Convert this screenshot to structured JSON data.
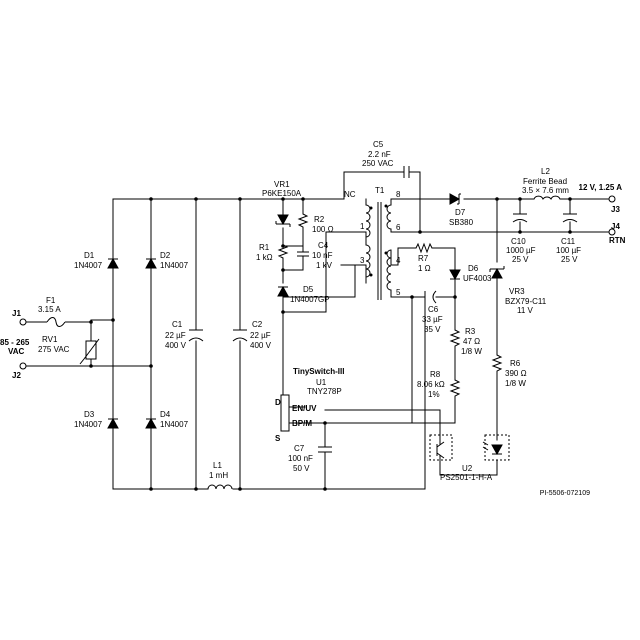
{
  "labels": {
    "input": {
      "j1": "J1",
      "j2": "J2",
      "vac1": "85 - 265",
      "vac2": "VAC"
    },
    "f1": {
      "ref": "F1",
      "val": "3.15 A"
    },
    "rv1": {
      "ref": "RV1",
      "val": "275 VAC"
    },
    "d1": {
      "ref": "D1",
      "val": "1N4007"
    },
    "d2": {
      "ref": "D2",
      "val": "1N4007"
    },
    "d3": {
      "ref": "D3",
      "val": "1N4007"
    },
    "d4": {
      "ref": "D4",
      "val": "1N4007"
    },
    "c1": {
      "ref": "C1",
      "val1": "22 µF",
      "val2": "400 V"
    },
    "c2": {
      "ref": "C2",
      "val1": "22 µF",
      "val2": "400 V"
    },
    "l1": {
      "ref": "L1",
      "val": "1 mH"
    },
    "vr1": {
      "ref": "VR1",
      "val": "P6KE150A"
    },
    "r1": {
      "ref": "R1",
      "val": "1 kΩ"
    },
    "r2": {
      "ref": "R2",
      "val": "100 Ω"
    },
    "c4": {
      "ref": "C4",
      "val1": "10 nF",
      "val2": "1 kV"
    },
    "d5": {
      "ref": "D5",
      "val": "1N4007GP"
    },
    "c5": {
      "ref": "C5",
      "val1": "2.2 nF",
      "val2": "250 VAC"
    },
    "t1": {
      "ref": "T1",
      "nc": "NC",
      "p1": "1",
      "p3": "3",
      "p4": "4",
      "p5": "5",
      "p6": "6",
      "p8": "8"
    },
    "d7": {
      "ref": "D7",
      "val": "SB380"
    },
    "r7": {
      "ref": "R7",
      "val": "1 Ω"
    },
    "d6": {
      "ref": "D6",
      "val": "UF4003"
    },
    "c6": {
      "ref": "C6",
      "val1": "33 µF",
      "val2": "35 V"
    },
    "r3": {
      "ref": "R3",
      "val1": "47 Ω",
      "val2": "1/8 W"
    },
    "r8": {
      "ref": "R8",
      "val1": "8.06 kΩ",
      "val2": "1%"
    },
    "l2": {
      "ref": "L2",
      "val1": "Ferrite Bead",
      "val2": "3.5 × 7.6 mm"
    },
    "c10": {
      "ref": "C10",
      "val1": "1000 µF",
      "val2": "25 V"
    },
    "c11": {
      "ref": "C11",
      "val1": "100 µF",
      "val2": "25 V"
    },
    "output": {
      "v": "12 V, 1.25 A",
      "j3": "J3",
      "j4": "J4",
      "rtn": "RTN"
    },
    "vr3": {
      "ref": "VR3",
      "val1": "BZX79-C11",
      "val2": "11 V"
    },
    "r6": {
      "ref": "R6",
      "val1": "390 Ω",
      "val2": "1/8 W"
    },
    "u1": {
      "family": "TinySwitch-III",
      "ref": "U1",
      "part": "TNY278P",
      "d": "D",
      "s": "S",
      "en": "EN/UV",
      "bp": "BP/M"
    },
    "c7": {
      "ref": "C7",
      "val1": "100 nF",
      "val2": "50 V"
    },
    "u2": {
      "ref": "U2",
      "part": "PS2501-1-H-A"
    },
    "docnum": "PI-5506-072109"
  }
}
